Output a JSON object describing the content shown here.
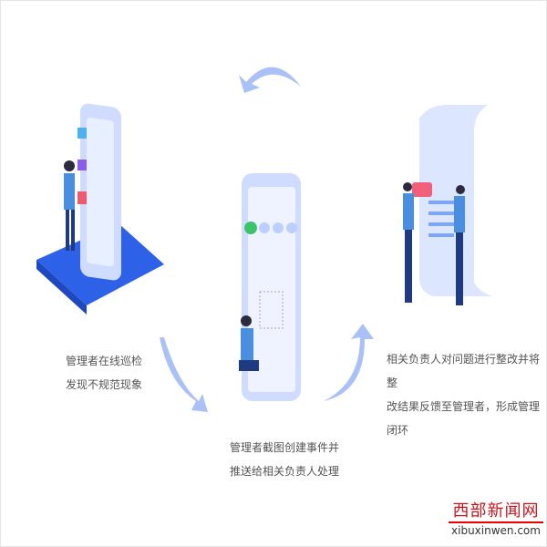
{
  "steps": [
    {
      "line1": "管理者在线巡检",
      "line2": "发现不规范现象"
    },
    {
      "line1": "管理者截图创建事件并",
      "line2": "推送给相关负责人处理"
    },
    {
      "line1": "相关负责人对问题进行整改并将整",
      "line2": "改结果反馈至管理者，形成管理闭环"
    }
  ],
  "watermark": {
    "name": "西部新闻网",
    "domain": "xibuxinwen.com"
  },
  "colors": {
    "accent": "#2f6df0",
    "light": "#cfdcff",
    "wm_red": "#c8161d"
  }
}
